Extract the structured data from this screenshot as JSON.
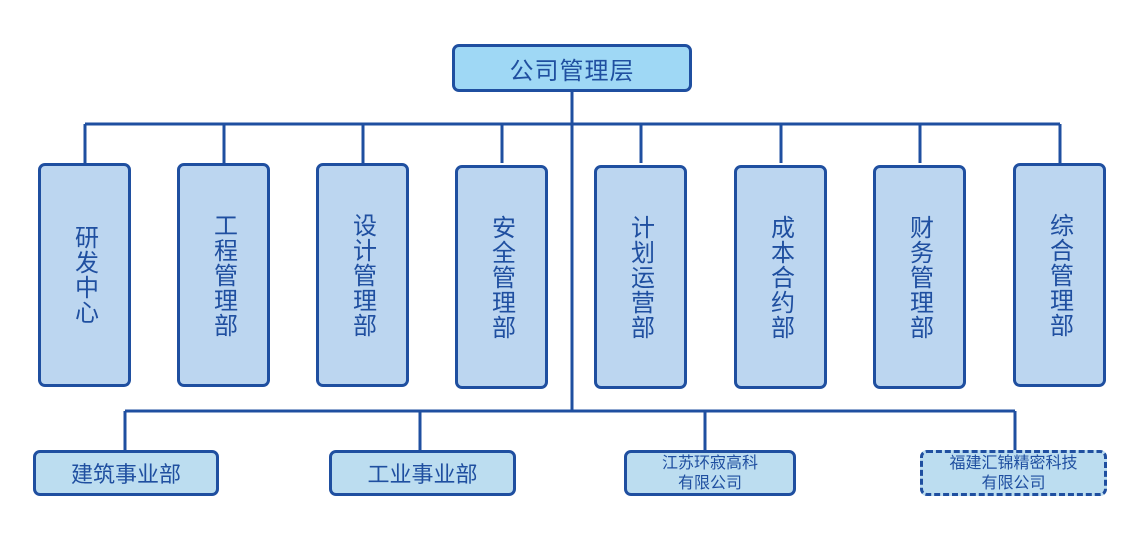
{
  "title": "公司管理层",
  "colors": {
    "line": "#1f4fa0",
    "root_fill": "#9fd8f5",
    "dept_fill": "#bcd6f0",
    "sub_fill": "#bcddf0"
  },
  "departments": [
    {
      "label": "研发中心"
    },
    {
      "label": "工程管理部"
    },
    {
      "label": "设计管理部"
    },
    {
      "label": "安全管理部"
    },
    {
      "label": "计划运营部"
    },
    {
      "label": "成本合约部"
    },
    {
      "label": "财务管理部"
    },
    {
      "label": "综合管理部"
    }
  ],
  "subsidiaries": [
    {
      "line1": "建筑事业部",
      "line2": "",
      "style": "solid"
    },
    {
      "line1": "工业事业部",
      "line2": "",
      "style": "solid"
    },
    {
      "line1": "江苏环寂高科",
      "line2": "有限公司",
      "style": "solid"
    },
    {
      "line1": "福建汇锦精密科技",
      "line2": "有限公司",
      "style": "dashed"
    }
  ]
}
